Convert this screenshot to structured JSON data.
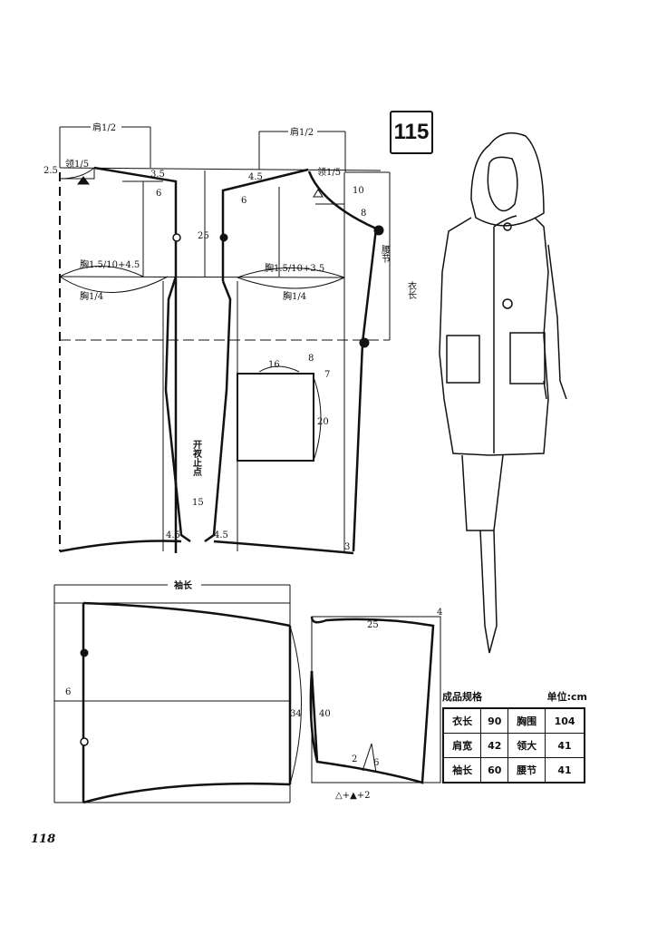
{
  "pattern_number": "115",
  "page_number": "118",
  "bodice": {
    "shoulder_half_left": "肩1/2",
    "shoulder_half_right": "肩1/2",
    "collar_fifth_left": "领1/5",
    "collar_fifth_right": "领1/5",
    "back_neck_rise": "2.5",
    "back_shoulder_drop": "3.5",
    "front_shoulder_drop": "4.5",
    "back_armhole": "6",
    "front_armhole": "6",
    "armhole_depth": "25",
    "neck_depth": "10",
    "neck_curve": "8",
    "waist_mark": "腰节",
    "back_chest_width": "胸1.5/10+4.5",
    "front_chest_width": "胸1.5/10+3.5",
    "back_chest_quarter": "胸1/4",
    "front_chest_quarter": "胸1/4",
    "coat_length": "衣长",
    "pocket_width": "16",
    "pocket_offset_top": "8",
    "pocket_offset_side": "7",
    "pocket_height": "20",
    "vent_stop": "开衩止点",
    "vent_length": "15",
    "hem_back": "4.5",
    "hem_front": "4.5",
    "front_extension": "3"
  },
  "sleeve": {
    "sleeve_length": "袖长",
    "cap_height": "6",
    "sleeve_width": "34"
  },
  "hood": {
    "top_width": "25",
    "top_offset": "4",
    "height": "40",
    "dart_width": "2",
    "dart_length": "6",
    "neck_formula": "△+▲+2"
  },
  "spec_table": {
    "title": "成品规格",
    "unit": "单位:cm",
    "rows": [
      [
        "衣长",
        "90",
        "胸围",
        "104"
      ],
      [
        "肩宽",
        "42",
        "领大",
        "41"
      ],
      [
        "袖长",
        "60",
        "腰节",
        "41"
      ]
    ]
  }
}
